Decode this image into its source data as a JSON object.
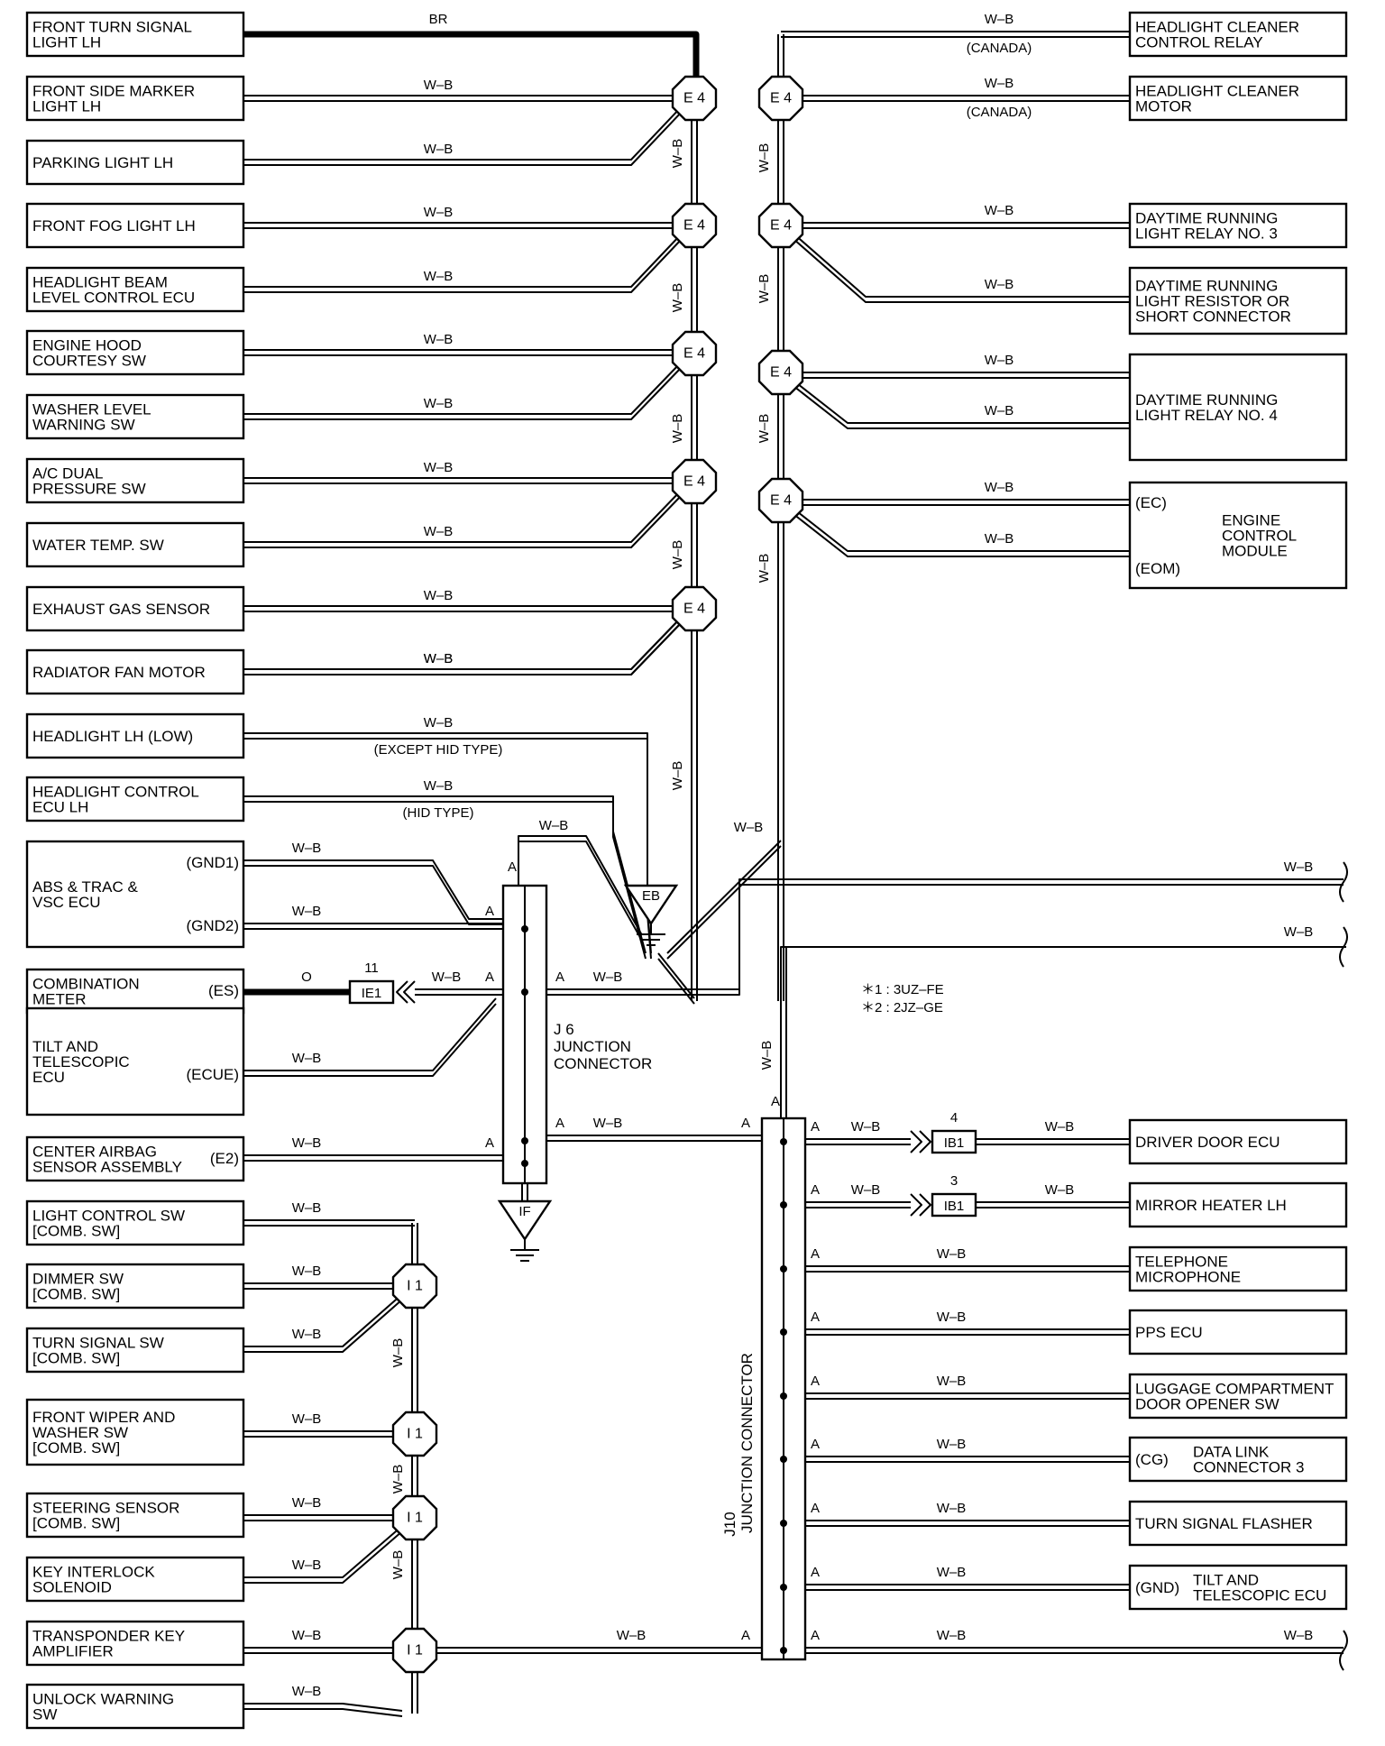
{
  "left_components": [
    {
      "lines": [
        "FRONT TURN SIGNAL",
        "LIGHT LH"
      ],
      "wire": "BR"
    },
    {
      "lines": [
        "FRONT SIDE MARKER",
        "LIGHT LH"
      ],
      "wire": "W–B"
    },
    {
      "lines": [
        "PARKING LIGHT LH"
      ],
      "wire": "W–B"
    },
    {
      "lines": [
        "FRONT FOG LIGHT LH"
      ],
      "wire": "W–B"
    },
    {
      "lines": [
        "HEADLIGHT BEAM",
        "LEVEL CONTROL ECU"
      ],
      "wire": "W–B"
    },
    {
      "lines": [
        "ENGINE HOOD",
        "COURTESY SW"
      ],
      "wire": "W–B"
    },
    {
      "lines": [
        "WASHER LEVEL",
        "WARNING SW"
      ],
      "wire": "W–B"
    },
    {
      "lines": [
        "A/C DUAL",
        "PRESSURE SW"
      ],
      "wire": "W–B"
    },
    {
      "lines": [
        "WATER TEMP.  SW"
      ],
      "wire": "W–B"
    },
    {
      "lines": [
        "EXHAUST GAS SENSOR"
      ],
      "wire": "W–B"
    },
    {
      "lines": [
        "RADIATOR FAN MOTOR"
      ],
      "wire": "W–B"
    },
    {
      "lines": [
        "HEADLIGHT LH (LOW)"
      ],
      "wire": "W–B",
      "note": "(EXCEPT HID TYPE)"
    },
    {
      "lines": [
        "HEADLIGHT CONTROL",
        "ECU LH"
      ],
      "wire": "W–B",
      "note": "(HID TYPE)"
    },
    {
      "lines": [
        "ABS & TRAC &",
        "VSC ECU"
      ],
      "pins": [
        "(GND1)",
        "(GND2)"
      ],
      "wire": "W–B"
    },
    {
      "lines": [
        "COMBINATION",
        "METER"
      ],
      "pins": [
        "(ES)"
      ],
      "wire": "O"
    },
    {
      "lines": [
        "TILT AND",
        "TELESCOPIC",
        "ECU"
      ],
      "pins": [
        "(ECUE)"
      ],
      "wire": "W–B"
    },
    {
      "lines": [
        "CENTER AIRBAG",
        "SENSOR ASSEMBLY"
      ],
      "pins": [
        "(E2)"
      ],
      "wire": "W–B"
    },
    {
      "lines": [
        "LIGHT CONTROL SW",
        "[COMB.  SW]"
      ],
      "wire": "W–B"
    },
    {
      "lines": [
        "DIMMER SW",
        "[COMB.  SW]"
      ],
      "wire": "W–B"
    },
    {
      "lines": [
        "TURN SIGNAL SW",
        "[COMB.  SW]"
      ],
      "wire": "W–B"
    },
    {
      "lines": [
        "FRONT WIPER AND",
        "WASHER SW",
        "[COMB.  SW]"
      ],
      "wire": "W–B"
    },
    {
      "lines": [
        "STEERING SENSOR",
        "[COMB.  SW]"
      ],
      "wire": "W–B"
    },
    {
      "lines": [
        "KEY INTERLOCK",
        "SOLENOID"
      ],
      "wire": "W–B"
    },
    {
      "lines": [
        "TRANSPONDER KEY",
        "AMPLIFIER"
      ],
      "wire": "W–B"
    },
    {
      "lines": [
        "UNLOCK WARNING",
        "SW"
      ],
      "wire": "W–B"
    }
  ],
  "right_components": [
    {
      "lines": [
        "HEADLIGHT CLEANER",
        "CONTROL RELAY"
      ],
      "wire": "W–B",
      "note": "(CANADA)"
    },
    {
      "lines": [
        "HEADLIGHT CLEANER",
        "MOTOR"
      ],
      "wire": "W–B",
      "note": "(CANADA)"
    },
    {
      "lines": [
        "DAYTIME RUNNING",
        "LIGHT RELAY NO. 3"
      ],
      "wire": "W–B"
    },
    {
      "lines": [
        "DAYTIME RUNNING",
        "LIGHT RESISTOR OR",
        "SHORT CONNECTOR"
      ],
      "wire": "W–B"
    },
    {
      "lines": [
        "DAYTIME RUNNING",
        "LIGHT RELAY NO. 4"
      ],
      "wire": "W–B"
    },
    {
      "lines": [
        "ENGINE",
        "CONTROL",
        "MODULE"
      ],
      "pins": [
        "(EC)",
        "(EOM)"
      ],
      "wire": "W–B"
    },
    {
      "lines": [
        "DRIVER DOOR ECU"
      ],
      "wire": "W–B"
    },
    {
      "lines": [
        "MIRROR HEATER LH"
      ],
      "wire": "W–B"
    },
    {
      "lines": [
        "TELEPHONE",
        "MICROPHONE"
      ],
      "wire": "W–B"
    },
    {
      "lines": [
        "PPS ECU"
      ],
      "wire": "W–B"
    },
    {
      "lines": [
        "LUGGAGE COMPARTMENT",
        "DOOR OPENER SW"
      ],
      "wire": "W–B"
    },
    {
      "lines": [
        "DATA LINK",
        "CONNECTOR 3"
      ],
      "pins": [
        "(CG)"
      ],
      "wire": "W–B"
    },
    {
      "lines": [
        "TURN SIGNAL FLASHER"
      ],
      "wire": "W–B"
    },
    {
      "lines": [
        "TILT AND",
        "TELESCOPIC ECU"
      ],
      "pins": [
        "(GND)"
      ],
      "wire": "W–B"
    }
  ],
  "splices": {
    "e4": "E 4",
    "i1": "I 1"
  },
  "grounds": {
    "eb": "EB",
    "if": "IF"
  },
  "junctions": {
    "j6": {
      "lines": [
        "J 6",
        "JUNCTION",
        "CONNECTOR"
      ],
      "pin": "A"
    },
    "j10": {
      "lines": [
        "J10",
        "JUNCTION CONNECTOR"
      ],
      "pin": "A"
    }
  },
  "inline_connectors": [
    {
      "id": "IE1",
      "pin": "11"
    },
    {
      "id": "IB1",
      "pin": "4"
    },
    {
      "id": "IB1",
      "pin": "3"
    }
  ],
  "notes": [
    "＊1 : 3UZ–FE",
    "＊2 : 2JZ–GE"
  ],
  "wire_codes": {
    "wb": "W–B",
    "br": "BR",
    "o": "O"
  }
}
